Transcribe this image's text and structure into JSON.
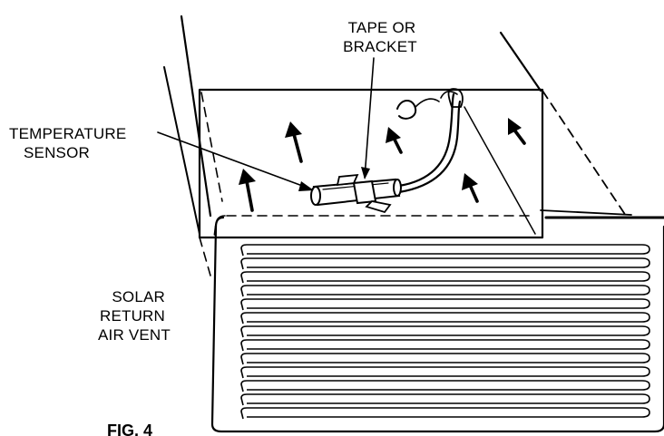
{
  "labels": {
    "tape_or_bracket_line1": "TAPE OR",
    "tape_or_bracket_line2": "BRACKET",
    "temperature_sensor_line1": "TEMPERATURE",
    "temperature_sensor_line2": "SENSOR",
    "solar_return_line1": "SOLAR",
    "solar_return_line2": "RETURN",
    "solar_return_line3": "AIR VENT",
    "figure": "FIG. 4"
  },
  "vent": {
    "louver_count": 13
  },
  "colors": {
    "ink": "#000000",
    "paper": "#ffffff"
  }
}
